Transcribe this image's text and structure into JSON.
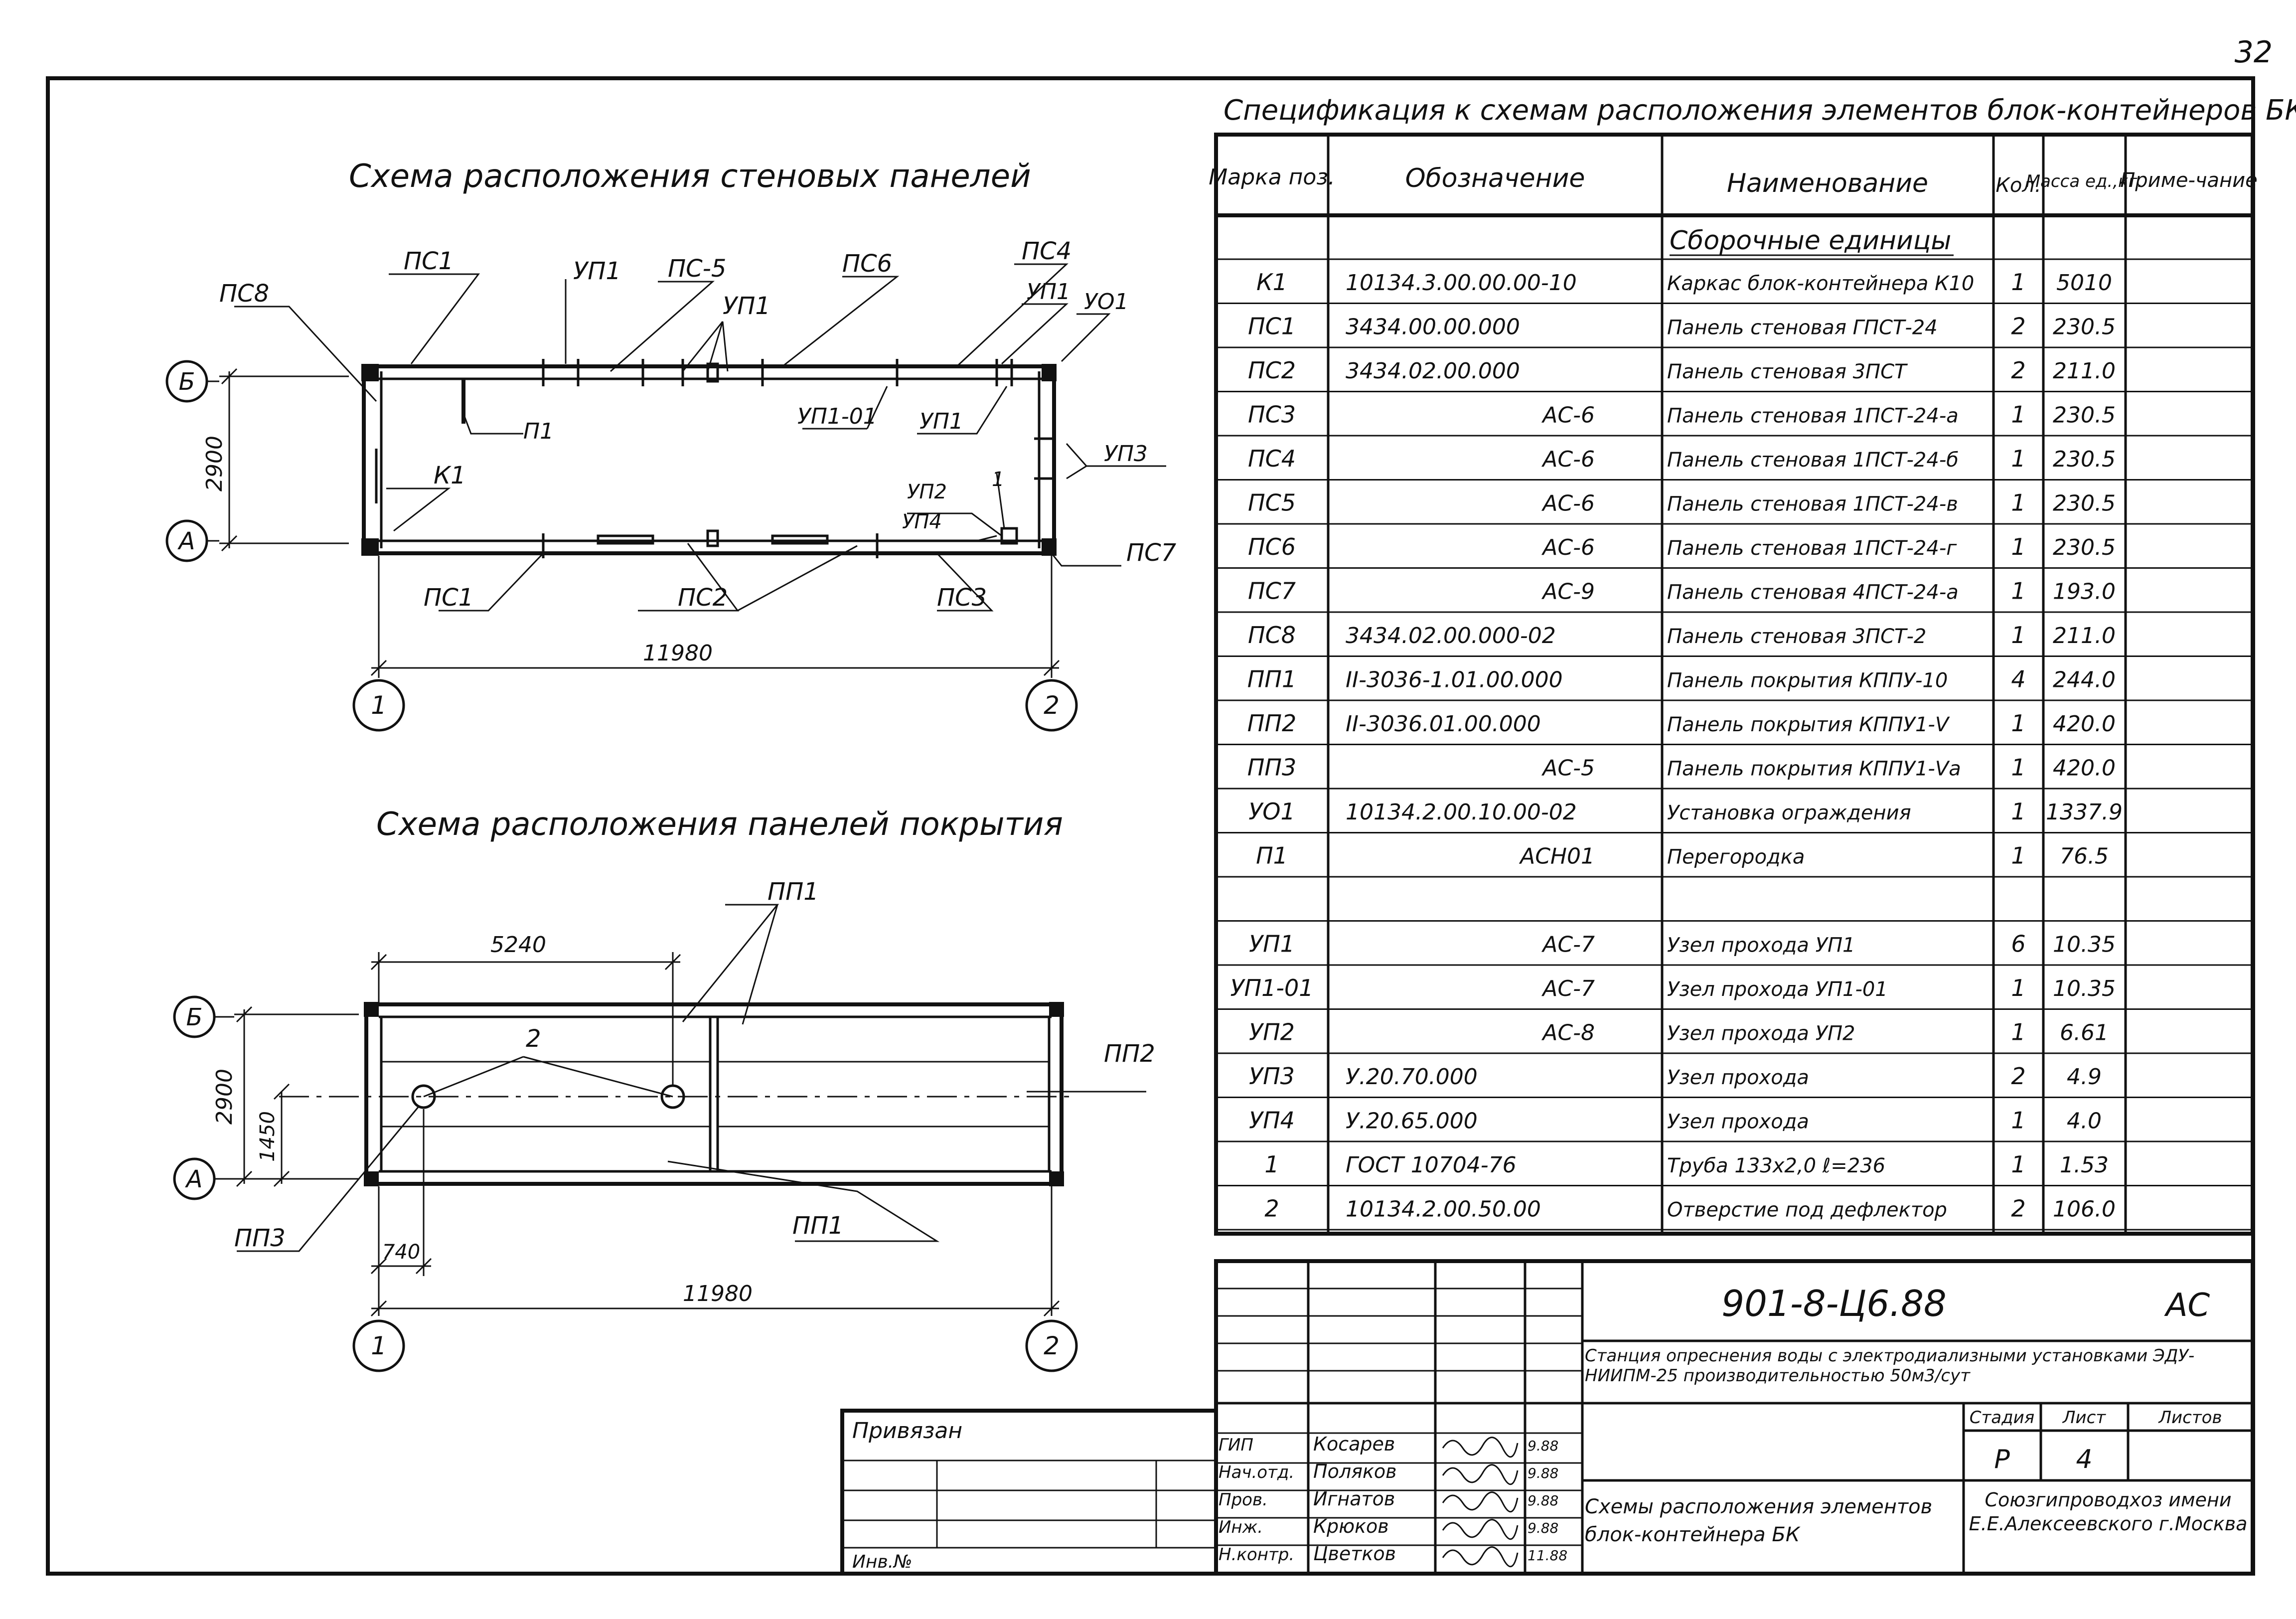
{
  "page_number": "32",
  "wall_scheme": {
    "title": "Схема расположения стеновых панелей",
    "labels": {
      "pc8": "ПС8",
      "pc1_top": "ПС1",
      "up1_a": "УП1",
      "pc5": "ПС-5",
      "up1_b": "УП1",
      "pc6": "ПС6",
      "pc4": "ПС4",
      "up1_c": "УП1",
      "uo1": "УО1",
      "p1": "П1",
      "up1_01": "УП1-01",
      "up1_d": "УП1",
      "k1": "К1",
      "up2": "УП2",
      "num1": "1",
      "up4": "УП4",
      "up3": "УП3",
      "pc7": "ПС7",
      "pc1_bot": "ПС1",
      "pc2": "ПС2",
      "pc3": "ПС3"
    },
    "dim_length": "11980",
    "dim_height": "2900",
    "axis_b": "Б",
    "axis_a": "А",
    "axis_1": "1",
    "axis_2": "2"
  },
  "roof_scheme": {
    "title": "Схема расположения панелей покрытия",
    "labels": {
      "pp1_top": "ПП1",
      "two": "2",
      "pp2": "ПП2",
      "pp1_bot": "ПП1",
      "pp3": "ПП3"
    },
    "dim_5240": "5240",
    "dim_2900": "2900",
    "dim_1450": "1450",
    "dim_740": "740",
    "dim_length": "11980",
    "axis_b": "Б",
    "axis_a": "А",
    "axis_1": "1",
    "axis_2": "2"
  },
  "spec": {
    "title": "Спецификация к схемам расположения элементов блок-контейнеров БК",
    "headers": [
      "Марка поз.",
      "Обозначение",
      "Наименование",
      "Кол.",
      "Масса ед.,кг.",
      "Приме-чание"
    ],
    "section": "Сборочные единицы",
    "rows": [
      [
        "К1",
        "10134.3.00.00.00-10",
        "Каркас блок-контейнера К10",
        "1",
        "5010"
      ],
      [
        "ПС1",
        "3434.00.00.000",
        "Панель стеновая ГПСТ-24",
        "2",
        "230.5"
      ],
      [
        "ПС2",
        "3434.02.00.000",
        "Панель стеновая 3ПСТ",
        "2",
        "211.0"
      ],
      [
        "ПС3",
        "АС-6",
        "Панель стеновая 1ПСТ-24-а",
        "1",
        "230.5"
      ],
      [
        "ПС4",
        "АС-6",
        "Панель стеновая 1ПСТ-24-б",
        "1",
        "230.5"
      ],
      [
        "ПС5",
        "АС-6",
        "Панель стеновая 1ПСТ-24-в",
        "1",
        "230.5"
      ],
      [
        "ПС6",
        "АС-6",
        "Панель стеновая 1ПСТ-24-г",
        "1",
        "230.5"
      ],
      [
        "ПС7",
        "АС-9",
        "Панель стеновая 4ПСТ-24-а",
        "1",
        "193.0"
      ],
      [
        "ПС8",
        "3434.02.00.000-02",
        "Панель стеновая 3ПСТ-2",
        "1",
        "211.0"
      ],
      [
        "ПП1",
        "II-3036-1.01.00.000",
        "Панель покрытия КППУ-10",
        "4",
        "244.0"
      ],
      [
        "ПП2",
        "II-3036.01.00.000",
        "Панель покрытия КППУ1-V",
        "1",
        "420.0"
      ],
      [
        "ПП3",
        "АС-5",
        "Панель покрытия КППУ1-Vа",
        "1",
        "420.0"
      ],
      [
        "УО1",
        "10134.2.00.10.00-02",
        "Установка ограждения",
        "1",
        "1337.9"
      ],
      [
        "П1",
        "АСН01",
        "Перегородка",
        "1",
        "76.5"
      ],
      [
        "",
        "",
        "",
        "",
        ""
      ],
      [
        "УП1",
        "АС-7",
        "Узел прохода УП1",
        "6",
        "10.35"
      ],
      [
        "УП1-01",
        "АС-7",
        "Узел прохода УП1-01",
        "1",
        "10.35"
      ],
      [
        "УП2",
        "АС-8",
        "Узел прохода УП2",
        "1",
        "6.61"
      ],
      [
        "УП3",
        "У.20.70.000",
        "Узел прохода",
        "2",
        "4.9"
      ],
      [
        "УП4",
        "У.20.65.000",
        "Узел прохода",
        "1",
        "4.0"
      ],
      [
        "1",
        "ГОСТ 10704-76",
        "Труба 133х2,0 ℓ=236",
        "1",
        "1.53"
      ],
      [
        "2",
        "10134.2.00.50.00",
        "Отверстие под дефлектор",
        "2",
        "106.0"
      ]
    ]
  },
  "stamp": {
    "code": "901-8-Ц6.88",
    "mark": "АС",
    "project": "Станция опреснения воды с электродиализными установками ЭДУ-НИИПМ-25 производительностью 50м3/сут",
    "stage_label": "Стадия",
    "sheet_label": "Лист",
    "sheets_label": "Листов",
    "stage": "Р",
    "sheet": "4",
    "sheet_title": "Схемы расположения элементов блок-контейнера БК",
    "org": "Союзгипроводхоз имени Е.Е.Алексеевского г.Москва",
    "people": [
      {
        "role": "ГИП",
        "name": "Косарев",
        "date": "9.88"
      },
      {
        "role": "Нач.отд.",
        "name": "Поляков",
        "date": "9.88"
      },
      {
        "role": "Пров.",
        "name": "Игнатов",
        "date": "9.88"
      },
      {
        "role": "Инж.",
        "name": "Крюков",
        "date": "9.88"
      },
      {
        "role": "Н.контр.",
        "name": "Цветков",
        "date": "11.88"
      }
    ],
    "bound_label": "Привязан",
    "inv_label": "Инв.№"
  }
}
